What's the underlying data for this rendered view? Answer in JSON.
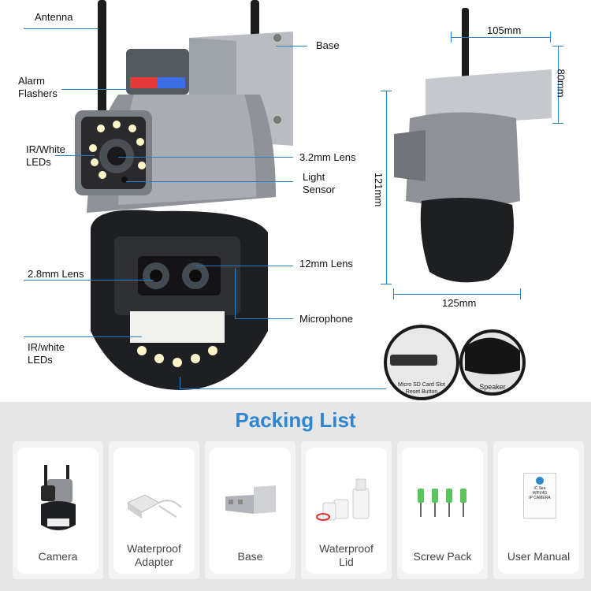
{
  "labels": {
    "antenna": "Antenna",
    "alarm": "Alarm\nFlashers",
    "ir_white_top": "IR/White\nLEDs",
    "base": "Base",
    "lens_32": "3.2mm Lens",
    "light_sensor": "Light\nSensor",
    "lens_28": "2.8mm Lens",
    "lens_12": "12mm Lens",
    "microphone": "Microphone",
    "ir_white_bottom": "IR/white\nLEDs"
  },
  "dimensions": {
    "width_top": "105mm",
    "height_base": "80mm",
    "height_total": "121mm",
    "width_body": "125mm"
  },
  "insets": {
    "sd_card": "Micro SD Card Slot\nReset Button",
    "speaker": "Speaker"
  },
  "packing": {
    "title": "Packing List",
    "items": [
      {
        "label": "Camera"
      },
      {
        "label": "Waterproof\nAdapter"
      },
      {
        "label": "Base"
      },
      {
        "label": "Waterproof\nLid"
      },
      {
        "label": "Screw Pack"
      },
      {
        "label": "User Manual"
      }
    ],
    "manual_text": "iC See\nWIFI/4G\nIP CAMERA"
  },
  "colors": {
    "accent": "#2e86d1",
    "callout": "#2c7cc4"
  }
}
